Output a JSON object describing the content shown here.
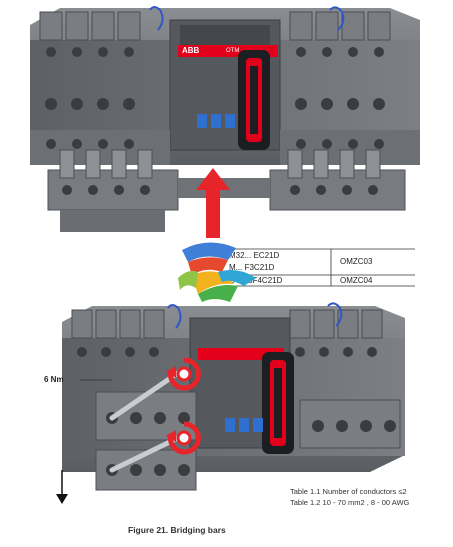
{
  "table": {
    "rows": [
      {
        "models": [
          "M32...",
          "EC21D",
          "M...",
          "F3C21D"
        ],
        "code": "OMZC03"
      },
      {
        "models": [
          "OT...",
          "5F4C21D"
        ],
        "code": "OMZC04"
      }
    ]
  },
  "brand": {
    "logo": "ABB",
    "product": "OTM"
  },
  "torque_label": "6 Nm",
  "notes": [
    "Table 1.1  Number of conductors ≤2",
    "Table 1.2  10 - 70 mm2 , 8 - 00 AWG"
  ],
  "caption": "Figure 21. Bridging bars",
  "colors": {
    "arrow": "#e8242b",
    "brand_red": "#e2001a",
    "body": "#6f7277",
    "body_dark": "#4d5055"
  },
  "icons": [
    "arrow-up-icon",
    "rotate-clockwise-icon",
    "arrow-down-icon",
    "multicolor-ribbon-logo"
  ]
}
